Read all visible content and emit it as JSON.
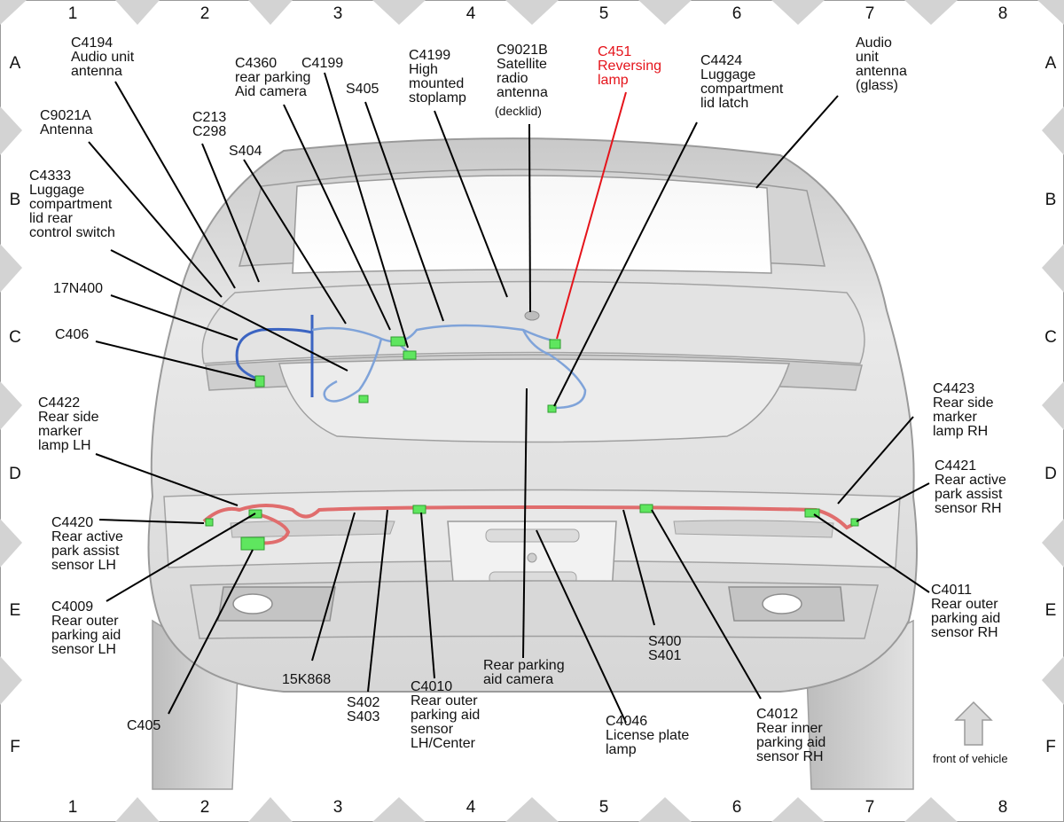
{
  "grid": {
    "columns": [
      "1",
      "2",
      "3",
      "4",
      "5",
      "6",
      "7",
      "8"
    ],
    "rows": [
      "A",
      "B",
      "C",
      "D",
      "E",
      "F"
    ]
  },
  "colors": {
    "highlight": "#e5141b",
    "harness_upper": "#7fa3d9",
    "harness_lower": "#e06d6d",
    "connector": "#5fe65f",
    "car_body": "#e6e6e6"
  },
  "labels": {
    "c4194": [
      "C4194",
      "Audio unit",
      "antenna"
    ],
    "c9021a": [
      "C9021A",
      "Antenna"
    ],
    "c4333": [
      "C4333",
      "Luggage",
      "compartment",
      "lid rear",
      "control switch"
    ],
    "n17n400": [
      "17N400"
    ],
    "c406": [
      "C406"
    ],
    "c213": [
      "C213",
      "C298"
    ],
    "s404": [
      "S404"
    ],
    "c4360": [
      "C4360",
      "rear parking",
      "Aid camera"
    ],
    "c4199a": [
      "C4199"
    ],
    "s405": [
      "S405"
    ],
    "c4199b": [
      "C4199",
      "High",
      "mounted",
      "stoplamp"
    ],
    "c9021b": [
      "C9021B",
      "Satellite",
      "radio",
      "antenna",
      "(decklid)"
    ],
    "c451": [
      "C451",
      "Reversing",
      "lamp"
    ],
    "c4424": [
      "C4424",
      "Luggage",
      "compartment",
      "lid latch"
    ],
    "audio_glass": [
      "Audio",
      "unit",
      "antenna",
      "(glass)"
    ],
    "c4422": [
      "C4422",
      "Rear side",
      "marker",
      "lamp LH"
    ],
    "c4420": [
      "C4420",
      "Rear active",
      "park assist",
      "sensor LH"
    ],
    "c4009": [
      "C4009",
      "Rear outer",
      "parking aid",
      "sensor LH"
    ],
    "c405": [
      "C405"
    ],
    "k868": [
      "15K868"
    ],
    "s402": [
      "S402",
      "S403"
    ],
    "c4010": [
      "C4010",
      "Rear outer",
      "parking aid",
      "sensor",
      "LH/Center"
    ],
    "rpac": [
      "Rear parking",
      "aid camera"
    ],
    "c4046": [
      "C4046",
      "License plate",
      "lamp"
    ],
    "s400": [
      "S400",
      "S401"
    ],
    "c4012": [
      "C4012",
      "Rear inner",
      "parking aid",
      "sensor RH"
    ],
    "c4011": [
      "C4011",
      "Rear outer",
      "parking aid",
      "sensor RH"
    ],
    "c4423": [
      "C4423",
      "Rear side",
      "marker",
      "lamp RH"
    ],
    "c4421": [
      "C4421",
      "Rear active",
      "park assist",
      "sensor RH"
    ]
  },
  "orientation": {
    "label": "front of vehicle",
    "icon": "up-arrow-icon"
  }
}
